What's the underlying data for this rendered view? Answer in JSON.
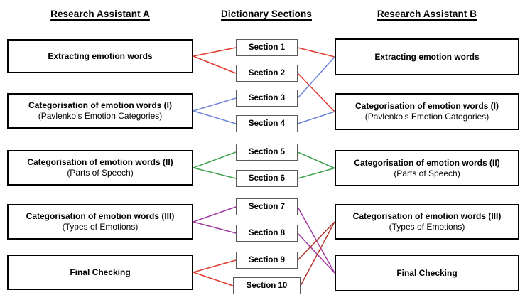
{
  "headings": {
    "left": "Research Assistant A",
    "middle": "Dictionary Sections",
    "right": "Research Assistant B"
  },
  "left_boxes": [
    {
      "id": "a1",
      "title": "Extracting emotion words",
      "subtitle": ""
    },
    {
      "id": "a2",
      "title": "Categorisation of emotion words (I)",
      "subtitle": "(Pavlenko’s Emotion Categories)"
    },
    {
      "id": "a3",
      "title": "Categorisation of emotion words (II)",
      "subtitle": "(Parts of Speech)"
    },
    {
      "id": "a4",
      "title": "Categorisation of emotion words (III)",
      "subtitle": "(Types of Emotions)"
    },
    {
      "id": "a5",
      "title": "Final Checking",
      "subtitle": ""
    }
  ],
  "right_boxes": [
    {
      "id": "b1",
      "title": "Extracting emotion words",
      "subtitle": ""
    },
    {
      "id": "b2",
      "title": "Categorisation of emotion words (I)",
      "subtitle": "(Pavlenko’s Emotion Categories)"
    },
    {
      "id": "b3",
      "title": "Categorisation of emotion words (II)",
      "subtitle": "(Parts of Speech)"
    },
    {
      "id": "b4",
      "title": "Categorisation of emotion words (III)",
      "subtitle": "(Types of Emotions)"
    },
    {
      "id": "b5",
      "title": "Final Checking",
      "subtitle": ""
    }
  ],
  "sections": [
    {
      "id": "s1",
      "label": "Section 1"
    },
    {
      "id": "s2",
      "label": "Section 2"
    },
    {
      "id": "s3",
      "label": "Section 3"
    },
    {
      "id": "s4",
      "label": "Section 4"
    },
    {
      "id": "s5",
      "label": "Section 5"
    },
    {
      "id": "s6",
      "label": "Section 6"
    },
    {
      "id": "s7",
      "label": "Section 7"
    },
    {
      "id": "s8",
      "label": "Section 8"
    },
    {
      "id": "s9",
      "label": "Section 9"
    },
    {
      "id": "s10",
      "label": "Section 10"
    }
  ],
  "colors": {
    "red": "#e2392d",
    "dark_red": "#b5342e",
    "blue": "#6c85d9",
    "green": "#41a351",
    "purple": "#a138a0",
    "box_border": "#000000",
    "section_border": "#5a5a5a",
    "text": "#000000"
  },
  "connections": [
    {
      "from": "a1",
      "to": "s1",
      "color": "red"
    },
    {
      "from": "a1",
      "to": "s2",
      "color": "red"
    },
    {
      "from": "a2",
      "to": "s3",
      "color": "blue"
    },
    {
      "from": "a2",
      "to": "s4",
      "color": "blue"
    },
    {
      "from": "a3",
      "to": "s5",
      "color": "green"
    },
    {
      "from": "a3",
      "to": "s6",
      "color": "green"
    },
    {
      "from": "a4",
      "to": "s7",
      "color": "purple"
    },
    {
      "from": "a4",
      "to": "s8",
      "color": "purple"
    },
    {
      "from": "a5",
      "to": "s9",
      "color": "red"
    },
    {
      "from": "a5",
      "to": "s10",
      "color": "red"
    },
    {
      "from": "s1",
      "to": "b1",
      "color": "red"
    },
    {
      "from": "s2",
      "to": "b2",
      "color": "red"
    },
    {
      "from": "s3",
      "to": "b1",
      "color": "blue"
    },
    {
      "from": "s4",
      "to": "b2",
      "color": "blue"
    },
    {
      "from": "s5",
      "to": "b3",
      "color": "green"
    },
    {
      "from": "s6",
      "to": "b3",
      "color": "green"
    },
    {
      "from": "s7",
      "to": "b5",
      "color": "purple"
    },
    {
      "from": "s8",
      "to": "b5",
      "color": "purple"
    },
    {
      "from": "s9",
      "to": "b4",
      "color": "dark_red"
    },
    {
      "from": "s10",
      "to": "b4",
      "color": "dark_red"
    }
  ]
}
